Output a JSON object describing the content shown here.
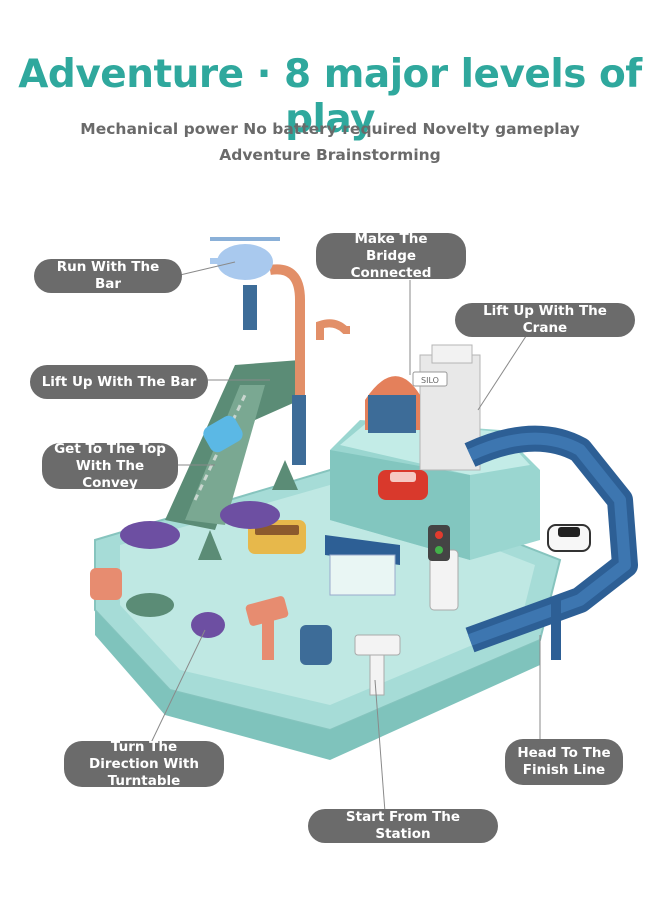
{
  "header": {
    "title": "Adventure · 8 major levels of play",
    "subtitle_line1": "Mechanical power No battery required Novelty gameplay",
    "subtitle_line2": "Adventure Brainstorming"
  },
  "callouts": [
    {
      "id": "run-with-the-bar",
      "text": "Run With The Bar"
    },
    {
      "id": "make-the-bridge-connected",
      "text": "Make The Bridge Connected"
    },
    {
      "id": "lift-up-with-the-crane",
      "text": "Lift Up With The Crane"
    },
    {
      "id": "lift-up-with-the-bar",
      "text": "Lift Up With The Bar"
    },
    {
      "id": "get-to-the-top",
      "text": "Get To The Top With The Convey"
    },
    {
      "id": "turn-the-direction",
      "text": "Turn The Direction With Turntable"
    },
    {
      "id": "head-to-the-finish",
      "text": "Head To The Finish Line"
    },
    {
      "id": "start-from-the-station",
      "text": "Start From The Station"
    }
  ],
  "product_label": "SILO",
  "colors": {
    "title": "#2fa89d",
    "pill": "#6b6b6b",
    "toy_base": "#9fd8d3",
    "track_blue": "#2d5f95"
  }
}
